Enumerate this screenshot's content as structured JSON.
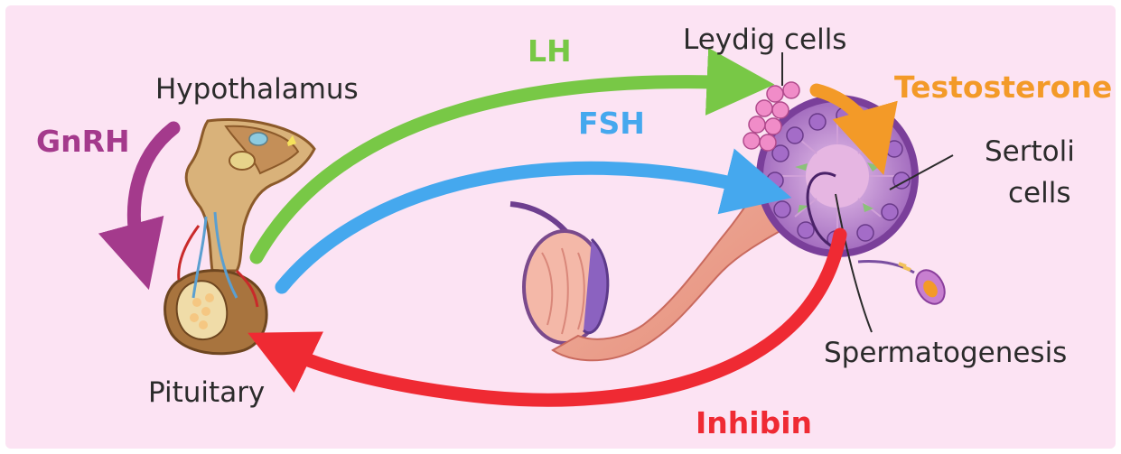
{
  "colors": {
    "background": "#fce3f3",
    "gnrh": "#a43a8c",
    "lh": "#78c846",
    "fsh": "#45a8ee",
    "testosterone": "#f39a28",
    "inhibin": "#ef2a33",
    "text": "#2b2b2b"
  },
  "labels": {
    "hypothalamus": "Hypothalamus",
    "pituitary": "Pituitary",
    "gnrh": "GnRH",
    "lh": "LH",
    "fsh": "FSH",
    "leydig": "Leydig cells",
    "testosterone": "Testosterone",
    "sertoli_line1": "Sertoli",
    "sertoli_line2": "cells",
    "spermatogenesis": "Spermatogenesis",
    "inhibin": "Inhibin"
  },
  "icons": [
    "hypothalamus-pituitary-illustration",
    "testis-illustration",
    "seminiferous-tubule-illustration",
    "leydig-cell-cluster",
    "sperm-cell-illustration"
  ]
}
